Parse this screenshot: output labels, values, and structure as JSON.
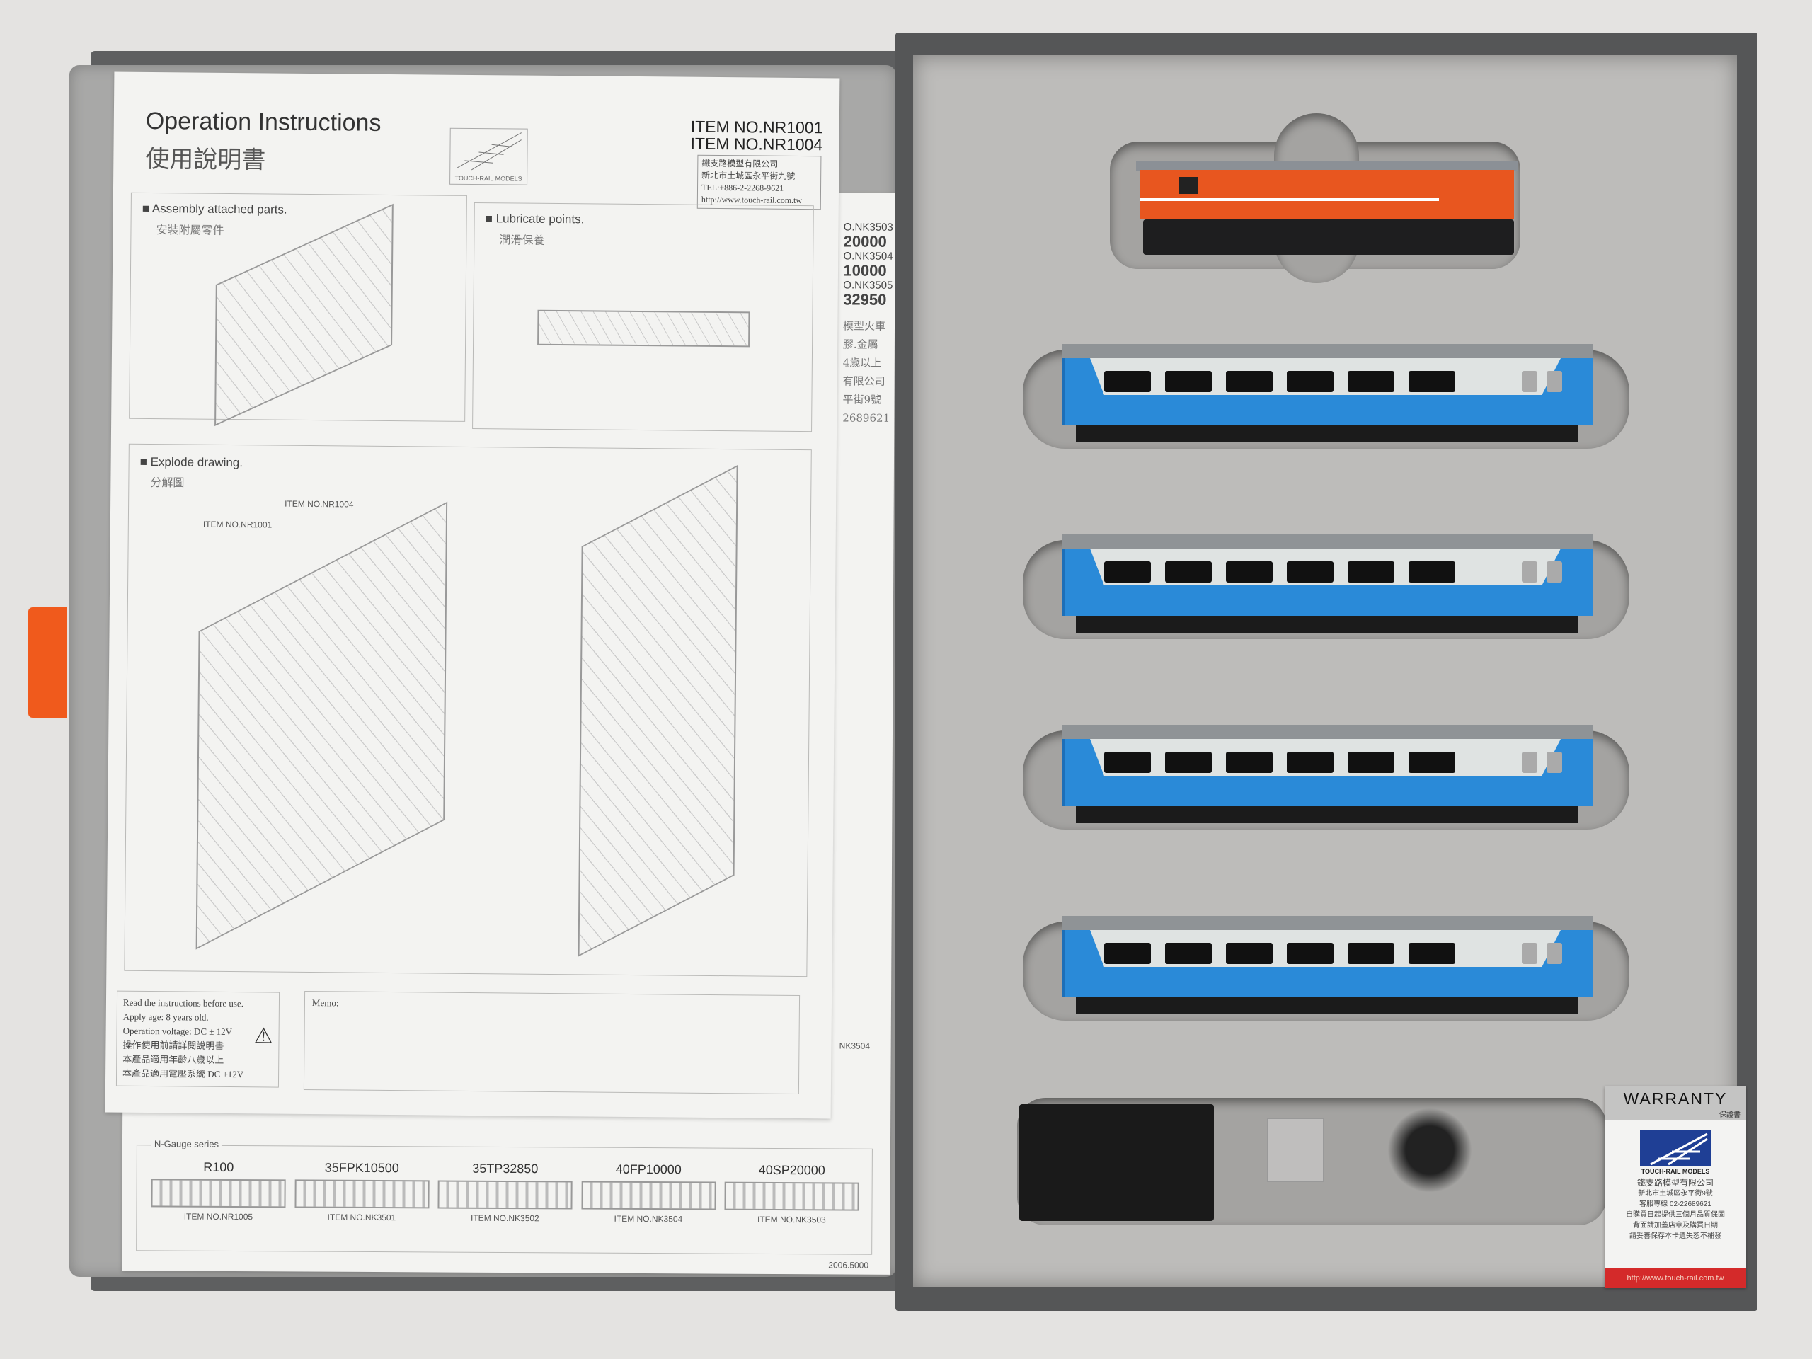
{
  "instructions": {
    "title": "Operation Instructions",
    "title_cn": "使用說明書",
    "logo_text": "TOUCH-RAIL MODELS",
    "item_nos": [
      "ITEM NO.NR1001",
      "ITEM NO.NR1004"
    ],
    "company": {
      "name": "鐵支路模型有限公司",
      "address": "新北市土城區永平街九號",
      "tel": "TEL:+886-2-2268-9621",
      "url": "http://www.touch-rail.com.tw"
    },
    "sections": {
      "assembly": {
        "title": "Assembly attached parts.",
        "title_cn": "安裝附屬零件"
      },
      "lubricate": {
        "title": "Lubricate points.",
        "title_cn": "潤滑保養"
      },
      "explode": {
        "title": "Explode drawing.",
        "title_cn": "分解圖",
        "labels": [
          "ITEM NO.NR1004",
          "ITEM NO.NR1001"
        ]
      }
    },
    "notice": [
      "Read the instructions before use.",
      "Apply age: 8 years old.",
      "Operation voltage: DC ± 12V",
      "操作使用前請詳閱說明書",
      "本產品適用年齡八歲以上",
      "本產品適用電壓系統 DC ±12V"
    ],
    "memo_label": "Memo:"
  },
  "second_sheet": {
    "right_edge": [
      "O.NK3503",
      "20000",
      "O.NK3504",
      "10000",
      "O.NK3505",
      "32950"
    ],
    "right_edge_cn": [
      "模型火車",
      "膠.金屬",
      "4歲以上",
      "有限公司",
      "平街9號",
      "2689621"
    ],
    "label_nk3504": "NK3504",
    "series_label": "N-Gauge series",
    "series": [
      {
        "name": "R100",
        "item": "ITEM NO.NR1005"
      },
      {
        "name": "35FPK10500",
        "item": "ITEM NO.NK3501"
      },
      {
        "name": "35TP32850",
        "item": "ITEM NO.NK3502"
      },
      {
        "name": "40FP10000",
        "item": "ITEM NO.NK3504"
      },
      {
        "name": "40SP20000",
        "item": "ITEM NO.NK3503"
      }
    ],
    "print_code": "2006.5000"
  },
  "warranty": {
    "title": "WARRANTY",
    "title_cn": "保證書",
    "brand": "TOUCH-RAIL MODELS",
    "lines": [
      "鐵支路模型有限公司",
      "新北市土城區永平街9號",
      "客服專線 02-22689621",
      "自購買日起提供三個月品質保固",
      "背面請加蓋店章及購買日期",
      "請妥善保存本卡遺失恕不補發"
    ],
    "url": "http://www.touch-rail.com.tw"
  },
  "colors": {
    "locomotive": "#e8561f",
    "coach_blue": "#2a8ad8",
    "coach_white": "#dfe3e2",
    "tab": "#f05a1c",
    "warranty_logo": "#1f3f95",
    "warranty_footer": "#d42a2a"
  }
}
